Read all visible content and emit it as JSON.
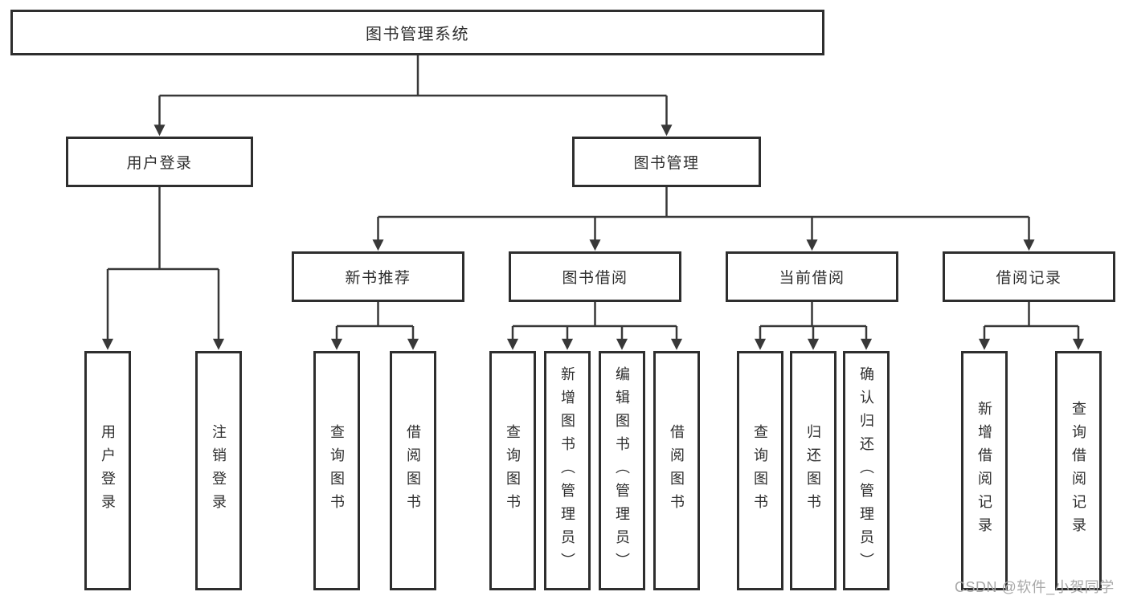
{
  "diagram": {
    "root": "图书管理系统",
    "user_branch": {
      "label": "用户登录",
      "children": [
        "用户登录",
        "注销登录"
      ]
    },
    "mgmt_branch": {
      "label": "图书管理",
      "groups": [
        {
          "label": "新书推荐",
          "children": [
            "查询图书",
            "借阅图书"
          ]
        },
        {
          "label": "图书借阅",
          "children": [
            "查询图书",
            "新增图书（管理员）",
            "编辑图书（管理员）",
            "借阅图书"
          ]
        },
        {
          "label": "当前借阅",
          "children": [
            "查询图书",
            "归还图书",
            "确认归还（管理员）"
          ]
        },
        {
          "label": "借阅记录",
          "children": [
            "新增借阅记录",
            "查询借阅记录"
          ]
        }
      ]
    }
  },
  "watermark": "CSDN @软件_小贺同学",
  "colors": {
    "background": "#ffffff",
    "line": "#383838",
    "box_border": "#2e2e2e",
    "box_fill": "#ffffff",
    "text": "#2e2e2e",
    "watermark": "#a8a8a8"
  }
}
